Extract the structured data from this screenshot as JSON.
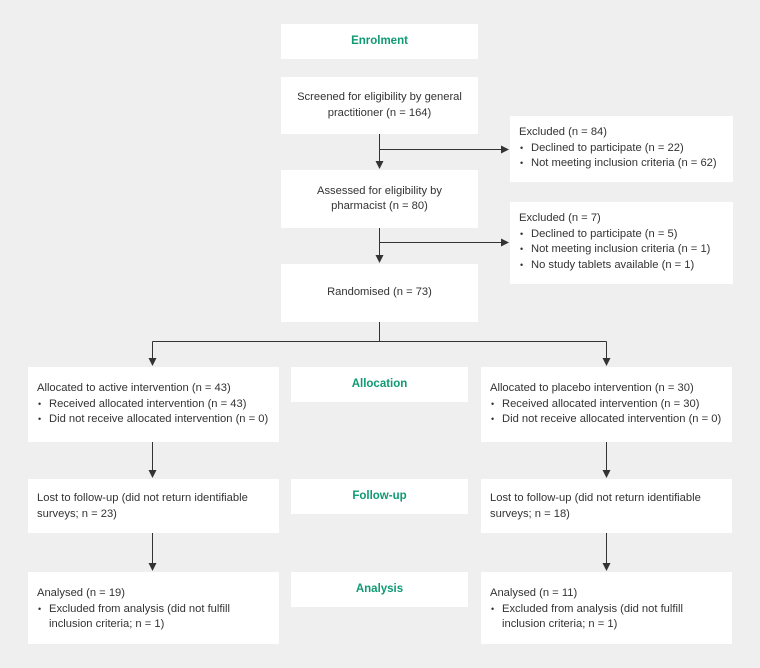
{
  "stages": {
    "enrolment": "Enrolment",
    "allocation": "Allocation",
    "follow_up": "Follow-up",
    "analysis": "Analysis"
  },
  "screened": "Screened for eligibility by general practitioner (n = 164)",
  "excluded1": {
    "title": "Excluded (n = 84)",
    "items": [
      "Declined to participate (n = 22)",
      "Not meeting inclusion criteria (n = 62)"
    ]
  },
  "assessed": "Assessed for eligibility by pharmacist (n = 80)",
  "excluded2": {
    "title": "Excluded (n = 7)",
    "items": [
      "Declined to participate (n = 5)",
      "Not meeting inclusion criteria (n = 1)",
      "No study tablets available (n = 1)"
    ]
  },
  "randomised": "Randomised (n = 73)",
  "active": {
    "title": "Allocated to active intervention (n = 43)",
    "items": [
      "Received allocated intervention (n = 43)",
      "Did not receive allocated intervention (n = 0)"
    ]
  },
  "placebo": {
    "title": "Allocated to placebo intervention (n = 30)",
    "items": [
      "Received allocated intervention (n = 30)",
      "Did not receive allocated intervention (n = 0)"
    ]
  },
  "lost_active": "Lost to follow-up (did not return identifiable surveys; n = 23)",
  "lost_placebo": "Lost to follow-up (did not return identifiable surveys; n = 18)",
  "analysed_active": {
    "title": "Analysed (n = 19)",
    "items": [
      "Excluded from analysis (did not fulfill inclusion criteria; n = 1)"
    ]
  },
  "analysed_placebo": {
    "title": "Analysed (n = 11)",
    "items": [
      "Excluded from analysis (did not fulfill inclusion criteria; n = 1)"
    ]
  },
  "colors": {
    "accent": "#0f9a73",
    "background": "#efefef",
    "box": "#ffffff",
    "line": "#333333"
  }
}
